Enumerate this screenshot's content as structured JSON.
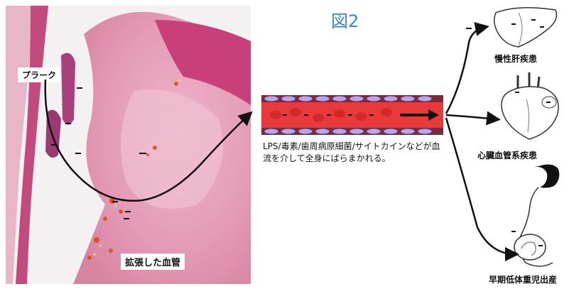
{
  "figure_title": "図2",
  "histology_labels": {
    "plaque": "プラーク",
    "dilated_vessel": "拡張した血管"
  },
  "description": "LPS/毒素/歯周病原細菌/サイトカインなどが血流を介して全身にばらまかれる。",
  "organs": [
    {
      "name": "liver",
      "label": "慢性肝疾患"
    },
    {
      "name": "heart",
      "label": "心臓血管系疾患"
    },
    {
      "name": "pregnancy",
      "label": "早期低体重児出産"
    }
  ],
  "colors": {
    "title": "#3a86c8",
    "vessel": "#d41a1a",
    "tissue": "#e7a3bc",
    "arrow": "#111111"
  }
}
